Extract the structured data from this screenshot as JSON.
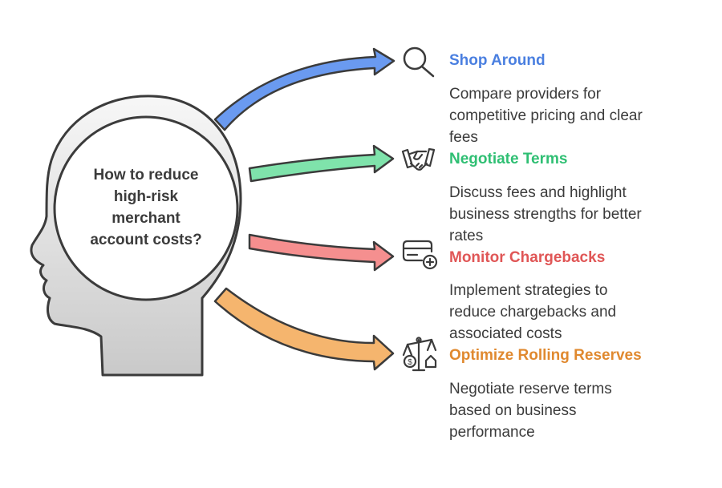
{
  "center_question": [
    "How to reduce",
    "high-risk",
    "merchant",
    "account costs?"
  ],
  "items": [
    {
      "title": "Shop Around",
      "description": [
        "Compare providers for",
        "competitive pricing and clear",
        "fees"
      ],
      "color": "#4a7fe0",
      "arrow_color": "#6a9af0",
      "icon": "magnifier-icon"
    },
    {
      "title": "Negotiate Terms",
      "description": [
        "Discuss fees and highlight",
        "business strengths for better",
        "rates"
      ],
      "color": "#2fbf73",
      "arrow_color": "#7fe3ab",
      "icon": "handshake-icon"
    },
    {
      "title": "Monitor Chargebacks",
      "description": [
        "Implement strategies to",
        "reduce chargebacks and",
        "associated costs"
      ],
      "color": "#e05656",
      "arrow_color": "#f58f8f",
      "icon": "credit-card-add-icon"
    },
    {
      "title": "Optimize Rolling Reserves",
      "description": [
        "Negotiate reserve terms",
        "based on business",
        "performance"
      ],
      "color": "#e0892f",
      "arrow_color": "#f5b56e",
      "icon": "balance-scale-icon"
    }
  ]
}
